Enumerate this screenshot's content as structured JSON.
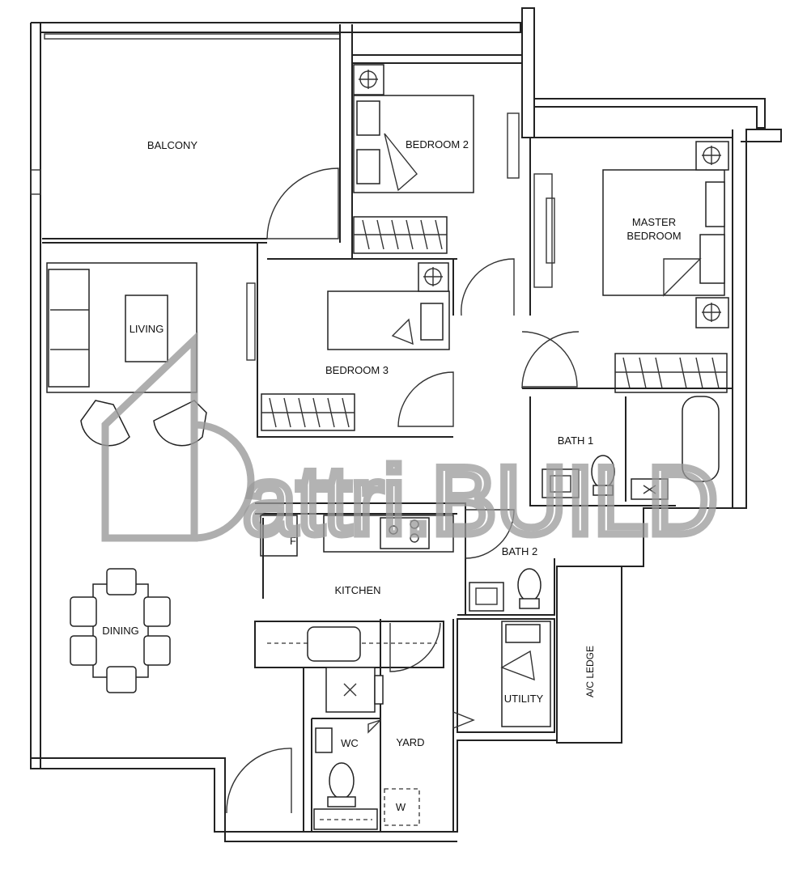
{
  "rooms": {
    "balcony": "BALCONY",
    "bedroom2": "BEDROOM 2",
    "master_line1": "MASTER",
    "master_line2": "BEDROOM",
    "living": "LIVING",
    "bedroom3": "BEDROOM 3",
    "bath1": "BATH 1",
    "bath2": "BATH 2",
    "kitchen": "KITCHEN",
    "dining": "DINING",
    "utility": "UTILITY",
    "ac_ledge": "A/C LEDGE",
    "wc": "WC",
    "yard": "YARD"
  },
  "fixtures": {
    "fridge": "F",
    "washer": "W"
  },
  "watermark": {
    "text": "attri.BUILD",
    "logo_name": "dattri-build-logo"
  }
}
